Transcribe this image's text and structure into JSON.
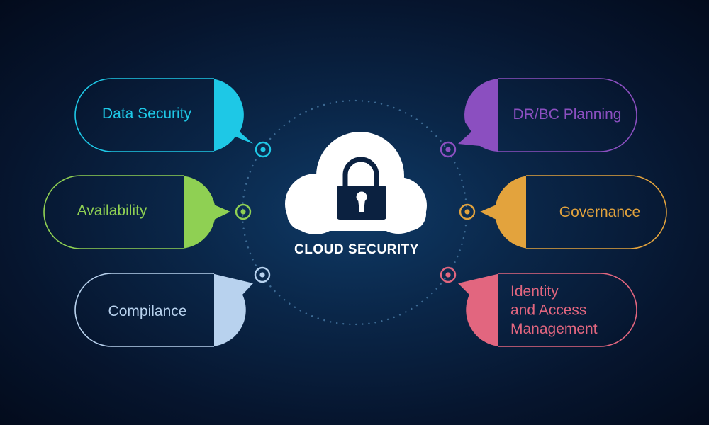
{
  "center": {
    "label": "CLOUD SECURITY",
    "icon": "cloud-lock-icon"
  },
  "colors": {
    "background": "#06152e",
    "dots": "#3d6a93",
    "cloud": "#ffffff",
    "lock": "#0b2140"
  },
  "items": [
    {
      "id": "data-security",
      "lines": [
        "Data Security"
      ],
      "color": "#1ec8e6",
      "side": "left"
    },
    {
      "id": "availability",
      "lines": [
        "Availability"
      ],
      "color": "#8fd053",
      "side": "left"
    },
    {
      "id": "compilance",
      "lines": [
        "Compilance"
      ],
      "color": "#b8d2ee",
      "side": "left"
    },
    {
      "id": "dr-bc-planning",
      "lines": [
        "DR/BC Planning"
      ],
      "color": "#8b4fc0",
      "side": "right"
    },
    {
      "id": "governance",
      "lines": [
        "Governance"
      ],
      "color": "#e3a33d",
      "side": "right"
    },
    {
      "id": "identity-and-access-management",
      "lines": [
        "Identity",
        "and Access",
        "Management"
      ],
      "color": "#e2667f",
      "side": "right"
    }
  ]
}
